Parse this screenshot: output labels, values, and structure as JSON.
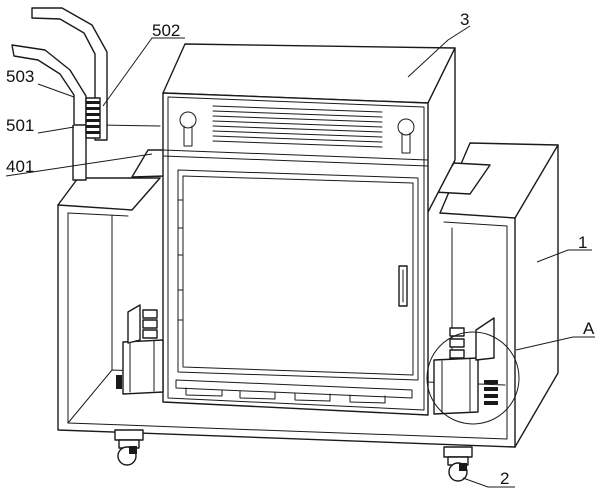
{
  "labels": {
    "l502": "502",
    "l503": "503",
    "l501": "501",
    "l401": "401",
    "l3": "3",
    "l1": "1",
    "lA": "A",
    "l2": "2"
  }
}
